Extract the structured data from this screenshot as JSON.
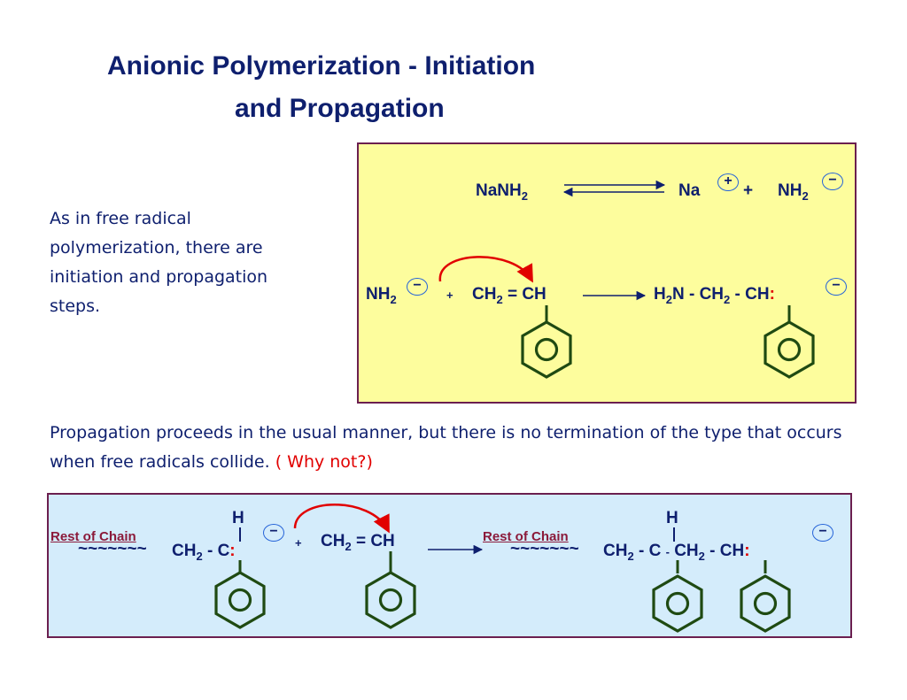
{
  "title": {
    "line1": "Anionic Polymerization - Initiation",
    "line2": "and Propagation"
  },
  "intro_text": "As in free radical polymerization, there are initiation and propagation steps.",
  "propagation_text": "Propagation proceeds in the usual manner, but there is no termination of the type that occurs when free radicals collide.",
  "why_not": "( Why not?)",
  "box1": {
    "eq1": {
      "reactant": "NaNH",
      "reactant_sub": "2",
      "product1": "Na",
      "plus": "+",
      "product2": "NH",
      "product2_sub": "2",
      "charge_pos": "+",
      "charge_neg": "−"
    },
    "eq2": {
      "reactant1": "NH",
      "reactant1_sub": "2",
      "charge_neg": "−",
      "plus": "+",
      "reactant2_a": "CH",
      "reactant2_sub": "2",
      "reactant2_b": " = CH",
      "product_a": "H",
      "product_sub1": "2",
      "product_b": "N - CH",
      "product_sub2": "2",
      "product_c": " - CH",
      "colon": ":",
      "product_charge": "−"
    }
  },
  "box2": {
    "rest_of_chain": "Rest of Chain",
    "tilde": "~~~~~~~",
    "reactant_a": "CH",
    "reactant_sub": "2",
    "reactant_b": " - C",
    "colon": ":",
    "h_label": "H",
    "charge_neg": "−",
    "plus": "+",
    "monomer_a": "CH",
    "monomer_sub": "2",
    "monomer_b": " = CH",
    "product_a": "CH",
    "product_sub1": "2",
    "product_b": " - C ",
    "product_dash": "-",
    "product_c": " CH",
    "product_sub2": "2",
    "product_d": " - CH",
    "product_colon": ":",
    "product_h": "H",
    "product_charge": "−"
  },
  "colors": {
    "text": "#0e1f6e",
    "highlight": "#e10000",
    "box1_bg": "#fdfd9d",
    "box2_bg": "#d4ecfb",
    "border": "#6b1f4f",
    "ring": "#1f4a12",
    "charge_ring": "#2563d8",
    "rest_of_chain": "#8b1a3a"
  }
}
